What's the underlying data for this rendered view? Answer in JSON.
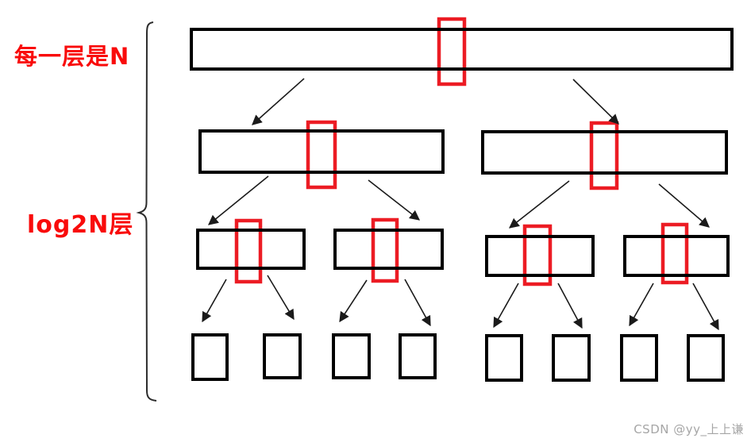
{
  "labels": {
    "level_width": "每一层是N",
    "level_count": "log2N层"
  },
  "watermark": "CSDN @yy_上上谦",
  "colors": {
    "marker_red": "#ec1c24",
    "label_red": "#f90b0b",
    "shape_black": "#000000",
    "watermark_gray": "#a6a6a6"
  },
  "structure": {
    "type": "recursion-tree",
    "levels": [
      {
        "name": "level-1",
        "box_count": 1
      },
      {
        "name": "level-2",
        "box_count": 2
      },
      {
        "name": "level-3",
        "box_count": 4
      },
      {
        "name": "level-4",
        "box_count": 8
      }
    ]
  }
}
